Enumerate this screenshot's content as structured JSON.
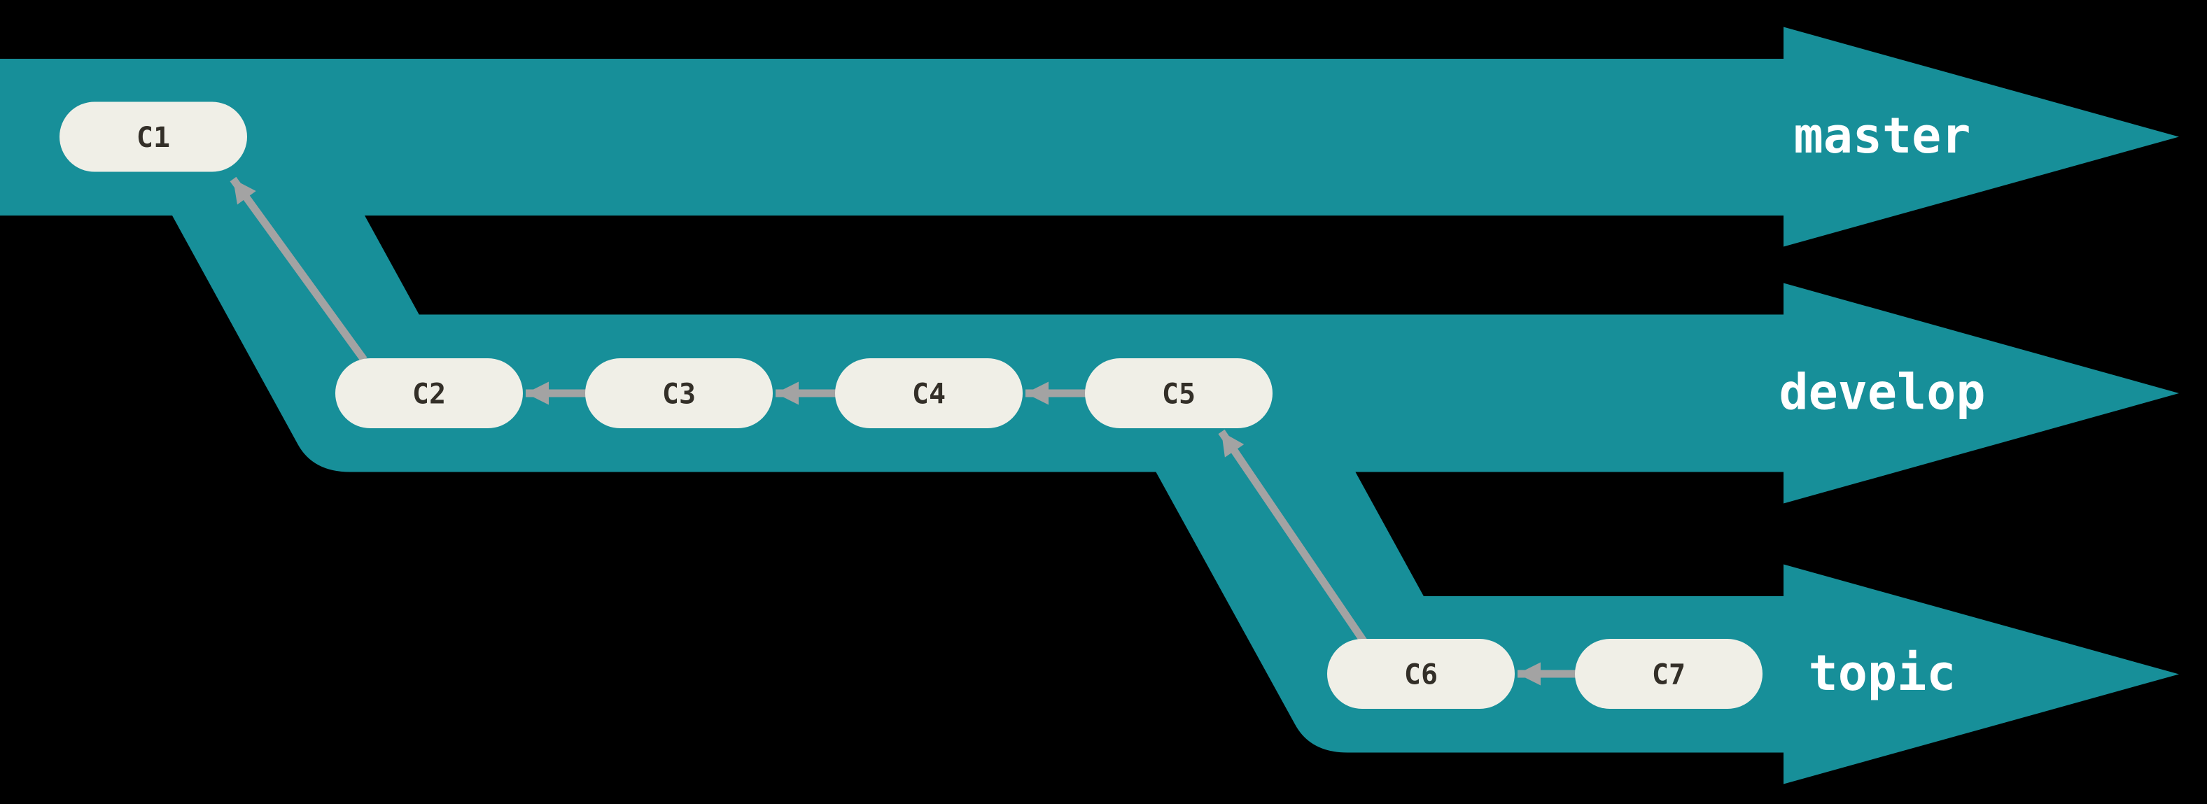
{
  "colors": {
    "background": "#000000",
    "branch_band": "#178F99",
    "commit_fill": "#F0EFE7",
    "commit_text": "#332F28",
    "branch_label": "#FFFFFF",
    "arrow": "#A3A3A3"
  },
  "branches": [
    {
      "name": "master",
      "commits": [
        "C1"
      ]
    },
    {
      "name": "develop",
      "commits": [
        "C2",
        "C3",
        "C4",
        "C5"
      ]
    },
    {
      "name": "topic",
      "commits": [
        "C6",
        "C7"
      ]
    }
  ],
  "commits": [
    {
      "id": "C1",
      "branch": "master"
    },
    {
      "id": "C2",
      "branch": "develop"
    },
    {
      "id": "C3",
      "branch": "develop"
    },
    {
      "id": "C4",
      "branch": "develop"
    },
    {
      "id": "C5",
      "branch": "develop"
    },
    {
      "id": "C6",
      "branch": "topic"
    },
    {
      "id": "C7",
      "branch": "topic"
    }
  ],
  "edges": [
    {
      "from": "C2",
      "to": "C1"
    },
    {
      "from": "C3",
      "to": "C2"
    },
    {
      "from": "C4",
      "to": "C3"
    },
    {
      "from": "C5",
      "to": "C4"
    },
    {
      "from": "C6",
      "to": "C5"
    },
    {
      "from": "C7",
      "to": "C6"
    }
  ]
}
